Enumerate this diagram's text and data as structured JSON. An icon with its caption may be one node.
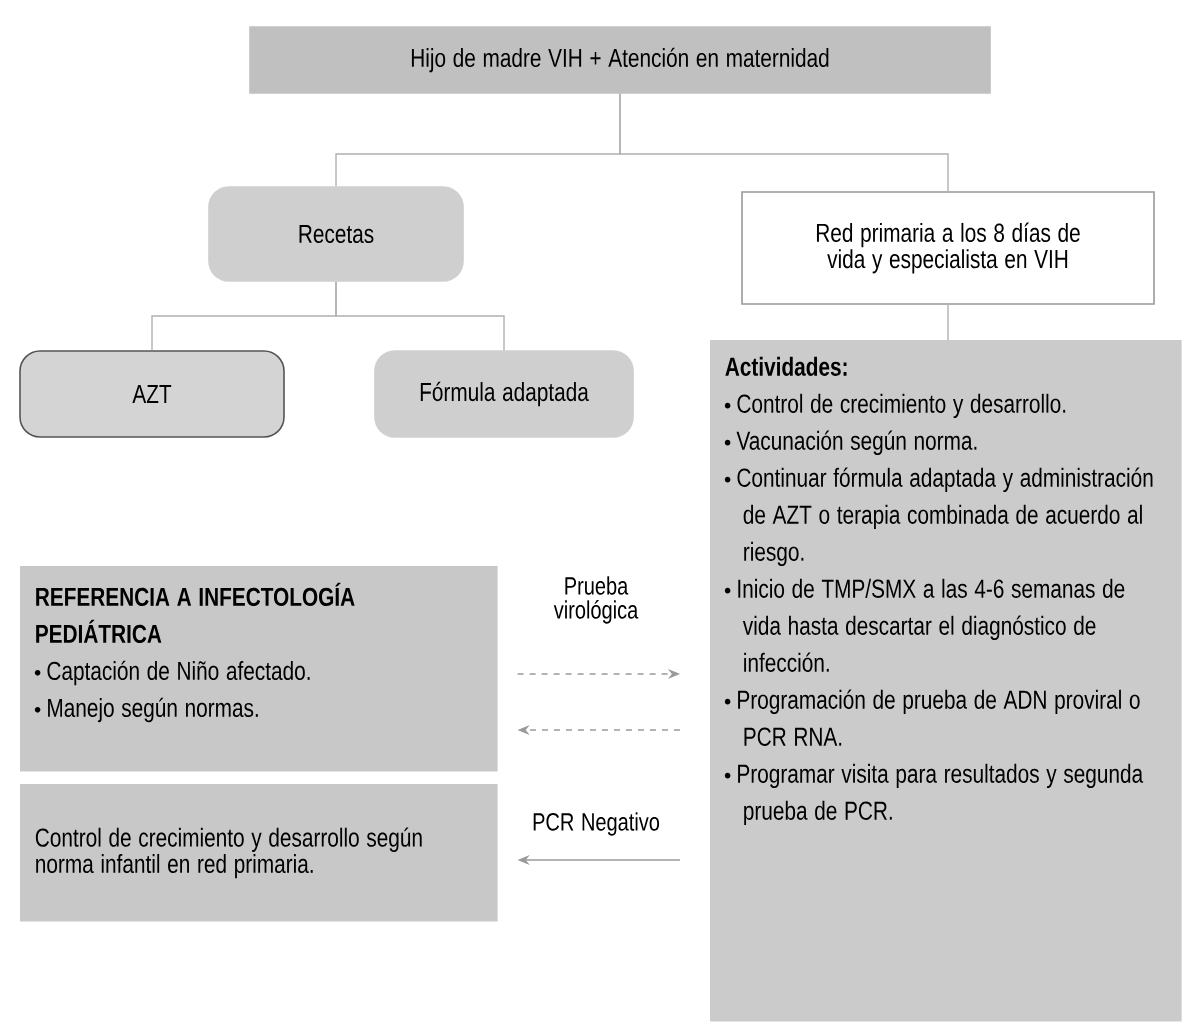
{
  "diagram": {
    "nodes": [
      {
        "text": [
          "Hijo de madre VIH + Atención en maternidad"
        ]
      },
      {
        "text": [
          "Recetas"
        ]
      },
      {
        "text": [
          "Red primaria a los 8 días de vida y especialista en VIH"
        ]
      },
      {
        "text": [
          "AZT"
        ]
      },
      {
        "text": [
          "Fórmula adaptada"
        ]
      },
      {
        "text": [
          "Actividades:",
          "Control de crecimiento y desarrollo.",
          "Vacunación según norma.",
          "Continuar fórmula adaptada y administración de AZT o terapia combinada de acuerdo al riesgo.",
          "Inicio de TMP/SMX a las 4-6 semanas de vida hasta descartar el diagnóstico de infección.",
          "Programación de prueba de ADN proviral o PCR RNA.",
          "Programar visita para resultados y segunda prueba de PCR."
        ]
      },
      {
        "text": [
          "REFERENCIA A INFECTOLOGÍA PEDIÁTRICA",
          "Captación de Niño afectado.",
          "Manejo según normas."
        ]
      },
      {
        "text": [
          "Control de crecimiento y desarrollo según norma infantil en red primaria."
        ]
      }
    ],
    "edges": [
      {
        "from": 0,
        "to": 1,
        "arrow": "none"
      },
      {
        "from": 0,
        "to": 2,
        "arrow": "none"
      },
      {
        "from": 1,
        "to": 3,
        "arrow": "none"
      },
      {
        "from": 1,
        "to": 4,
        "arrow": "none"
      },
      {
        "from": 2,
        "to": 5,
        "arrow": "none"
      },
      {
        "from": 6,
        "to": 5,
        "arrow": "to",
        "label": "Prueba virológica",
        "style": "dashed"
      },
      {
        "from": 5,
        "to": 6,
        "arrow": "to",
        "style": "dashed"
      },
      {
        "from": 5,
        "to": 7,
        "arrow": "to",
        "label": "PCR Negativo"
      }
    ]
  }
}
